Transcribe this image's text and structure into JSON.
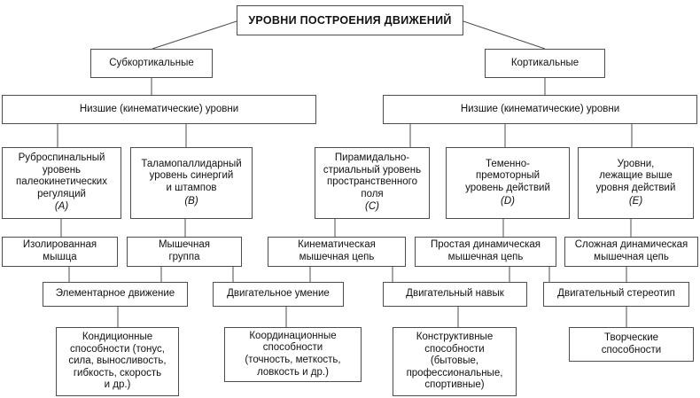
{
  "colors": {
    "border": "#4d4d4d",
    "text": "#111111",
    "background": "#ffffff"
  },
  "diagram": {
    "title": "УРОВНИ ПОСТРОЕНИЯ ДВИЖЕНИЙ",
    "branch_left": "Субкортикальные",
    "branch_right": "Кортикальные",
    "group_left": "Низшие (кинематические) уровни",
    "group_right": "Низшие (кинематические) уровни",
    "levels": [
      {
        "label": "Руброспинальный\nуровень\nпалеокинетических\nрегуляций",
        "letter": "(A)"
      },
      {
        "label": "Таламопаллидарный\nуровень синергий\nи штампов",
        "letter": "(B)"
      },
      {
        "label": "Пирамидально-\nстриальный уровень\nпространственного\nполя",
        "letter": "(C)"
      },
      {
        "label": "Теменно-\nпремоторный\nуровень действий",
        "letter": "(D)"
      },
      {
        "label": "Уровни,\nлежащие выше\nуровня действий",
        "letter": "(E)"
      }
    ],
    "structures": [
      "Изолированная\nмышца",
      "Мышечная\nгруппа",
      "Кинематическая\nмышечная цепь",
      "Простая динамическая\nмышечная цепь",
      "Сложная динамическая\nмышечная цепь"
    ],
    "actions": [
      "Элементарное движение",
      "Двигательное умение",
      "Двигательный навык",
      "Двигательный стереотип"
    ],
    "abilities": [
      "Кондиционные\nспособности (тонус,\nсила, выносливость,\nгибкость, скорость\nи др.)",
      "Координационные\nспособности\n(точность, меткость,\nловкость и др.)",
      "Конструктивные\nспособности\n(бытовые,\nпрофессиональные,\nспортивные)",
      "Творческие\nспособности"
    ]
  }
}
